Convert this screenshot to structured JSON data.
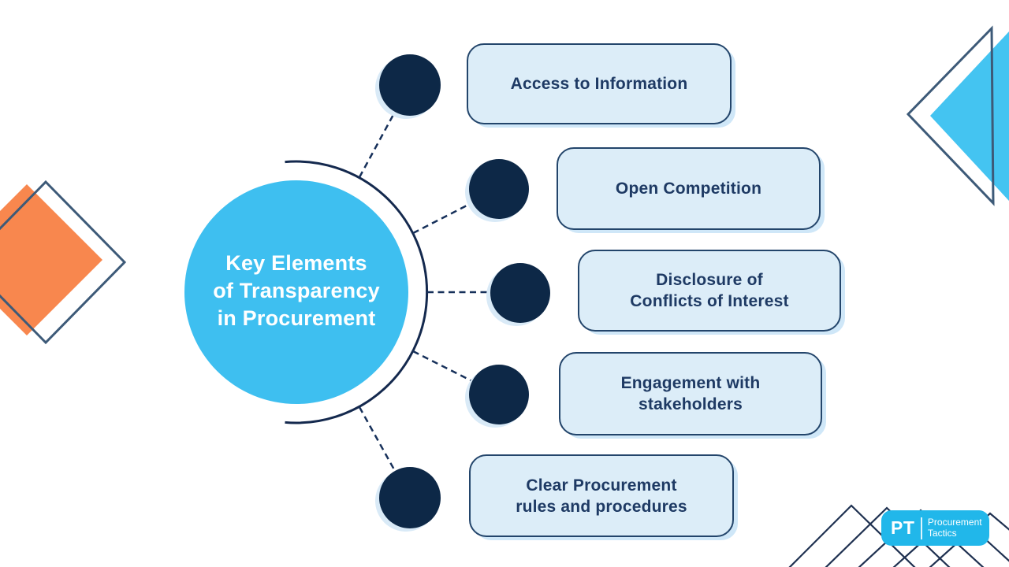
{
  "title": "Key Elements\nof Transparency\nin Procurement",
  "nodes": [
    {
      "label": "Access to Information"
    },
    {
      "label": "Open Competition"
    },
    {
      "label": "Disclosure of\nConflicts of Interest"
    },
    {
      "label": "Engagement with\nstakeholders"
    },
    {
      "label": "Clear Procurement\nrules and procedures"
    }
  ],
  "logo": {
    "initials": "PT",
    "name": "Procurement\nTactics"
  },
  "colors": {
    "accent_cyan": "#3EBFF0",
    "triangle_cyan": "#44C4F1",
    "navy_dot": "#0D2847",
    "dot_shadow": "#D9EAF7",
    "dash_navy": "#16305A",
    "arc_navy": "#14294E",
    "steel_outline": "#3D5A78",
    "zigzag_navy": "#1E3050",
    "orange": "#F8874E",
    "box_fill": "#DCEDF8",
    "box_border": "#23456B",
    "box_text": "#1E3A64",
    "box_shadow": "#CFE7F8",
    "logo_cyan": "#21B7EA",
    "title_text": "#FFFFFF"
  }
}
